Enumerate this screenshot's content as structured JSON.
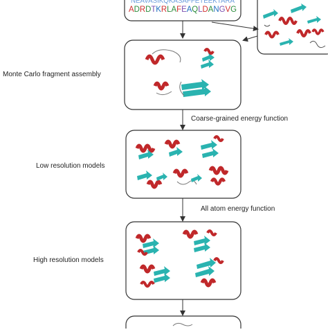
{
  "sequence": {
    "line1": "NEAVASIKQKASAFFETEEKTARA",
    "line2": "ADRDTKRLAFEAQLDANGVG",
    "line2_colors": [
      "#d0302f",
      "#2c8c3c",
      "#d0302f",
      "#2c8c3c",
      "#7a4fb0",
      "#1f6fc0",
      "#d0302f",
      "#2c8c3c",
      "#2c8c3c",
      "#d0302f",
      "#7a4fb0",
      "#1f6fc0",
      "#2c8c3c",
      "#7a4fb0",
      "#d0302f",
      "#2c8c3c",
      "#1f6fc0",
      "#7a4fb0",
      "#d0302f",
      "#2c8c3c"
    ]
  },
  "steps": {
    "fragment_assembly": "Monte Carlo fragment assembly",
    "coarse_energy": "Coarse-grained energy function",
    "low_res": "Low resolution models",
    "all_atom_energy": "All atom energy function",
    "high_res": "High resolution models"
  },
  "colors": {
    "helix": "#c0282a",
    "strand": "#2ab3b0",
    "coil": "#9aa0a6",
    "box_border": "#333333",
    "arrow": "#333333"
  }
}
